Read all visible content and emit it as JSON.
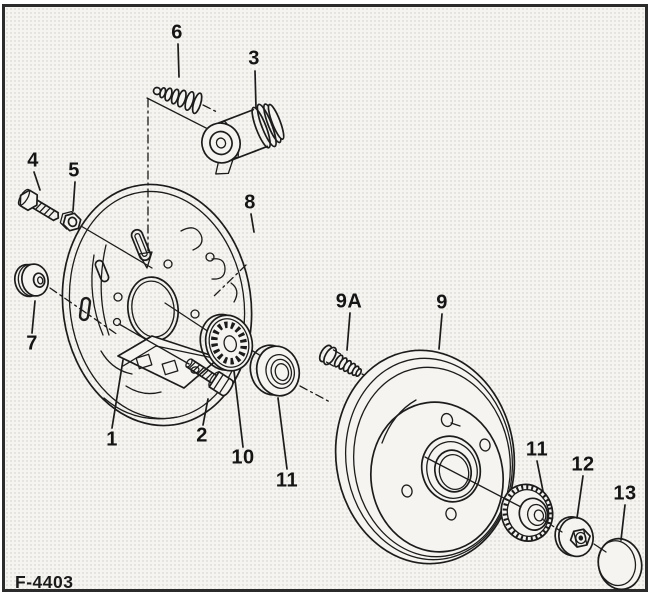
{
  "figure": {
    "code": "F-4403"
  },
  "callouts": {
    "c1": "1",
    "c2": "2",
    "c3": "3",
    "c4": "4",
    "c5": "5",
    "c6": "6",
    "c7": "7",
    "c8": "8",
    "c9": "9",
    "c9a": "9A",
    "c10": "10",
    "c11a": "11",
    "c11b": "11",
    "c12": "12",
    "c13": "13"
  },
  "colors": {
    "ink": "#1c1c1c",
    "paper": "#f5f4f0",
    "frame": "#2b2b2b"
  }
}
